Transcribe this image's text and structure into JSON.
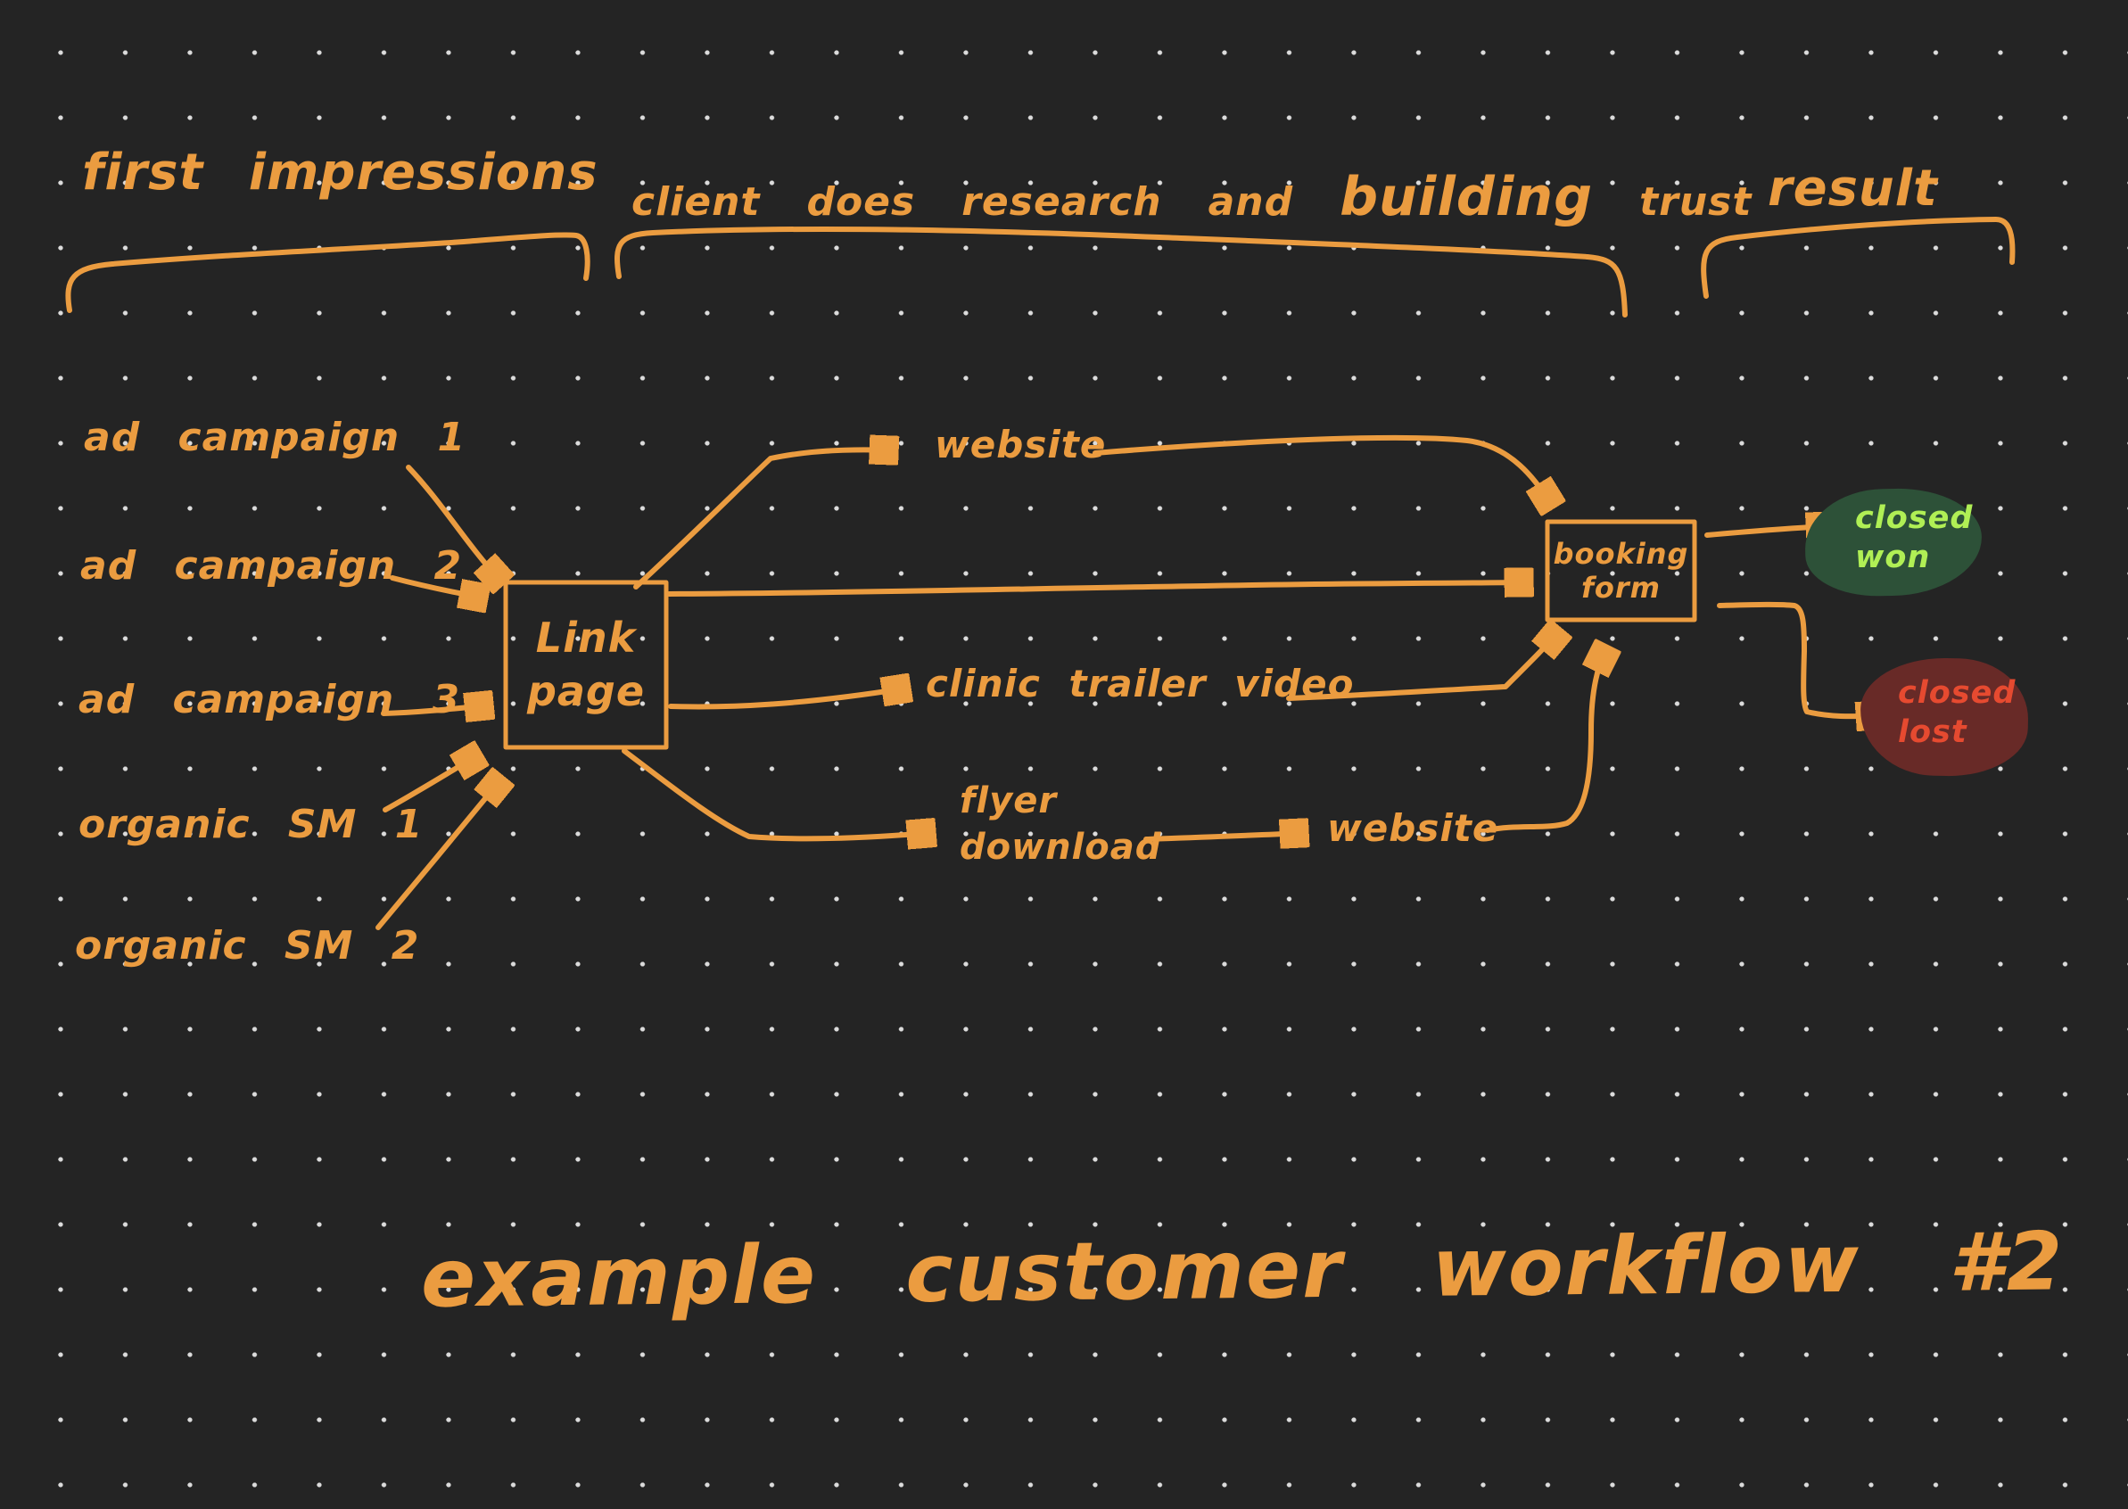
{
  "palette": {
    "background": "#242424",
    "grid_dot": "#dcdcdc",
    "ink_orange": "#eb9c40",
    "closed_won_bg": "#2d5138",
    "closed_won_text": "#b0ef55",
    "closed_lost_bg": "#682a27",
    "closed_lost_text": "#e64a30"
  },
  "sections": {
    "first_impressions": {
      "label": "first impressions"
    },
    "research_trust": {
      "words": [
        "client",
        "does",
        "research",
        "and",
        "building",
        "trust"
      ]
    },
    "result": {
      "label": "result"
    }
  },
  "sources": [
    {
      "label": "ad campaign 1"
    },
    {
      "label": "ad campaign 2"
    },
    {
      "label": "ad campaign 3"
    },
    {
      "label": "organic SM 1"
    },
    {
      "label": "organic SM 2"
    }
  ],
  "nodes": {
    "link_page": {
      "label": "Link\npage"
    },
    "website_top": {
      "label": "website"
    },
    "clinic_trailer_video": {
      "label": "clinic trailer video"
    },
    "flyer_download": {
      "label": "flyer\ndownload"
    },
    "website_bottom": {
      "label": "website"
    },
    "booking_form": {
      "label": "booking\nform"
    }
  },
  "outcomes": {
    "closed_won": {
      "label": "closed\nwon"
    },
    "closed_lost": {
      "label": "closed\nlost"
    }
  },
  "title": {
    "text": "example customer workflow #2"
  }
}
